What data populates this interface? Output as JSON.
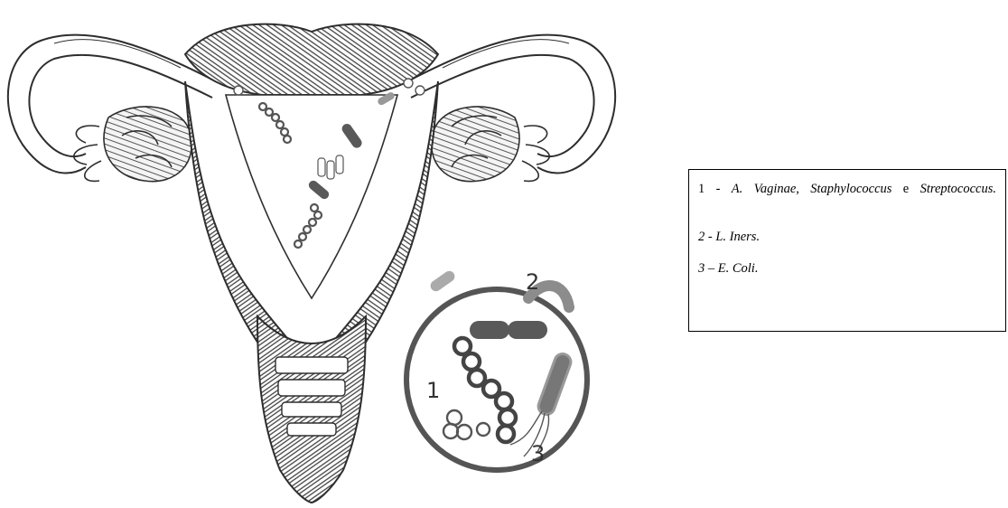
{
  "colors": {
    "line": "#333333",
    "muscle": "#4a4a4a",
    "coccus": "#555555",
    "rod_dark": "#595959",
    "rod_mid": "#8c8c8c",
    "rod_light": "#aaaaaa"
  },
  "diagram": {
    "labels": [
      "1",
      "2",
      "3"
    ]
  },
  "legend": {
    "item1": {
      "prefix": "1 - ",
      "org1": "A. Vaginae",
      "sep1": ", ",
      "org2": "Staphylococcus",
      "conj": " e ",
      "org3": "Streptococcus",
      "suffix": "."
    },
    "item2": "2 - L. Iners.",
    "item3": "3 – E. Coli."
  }
}
